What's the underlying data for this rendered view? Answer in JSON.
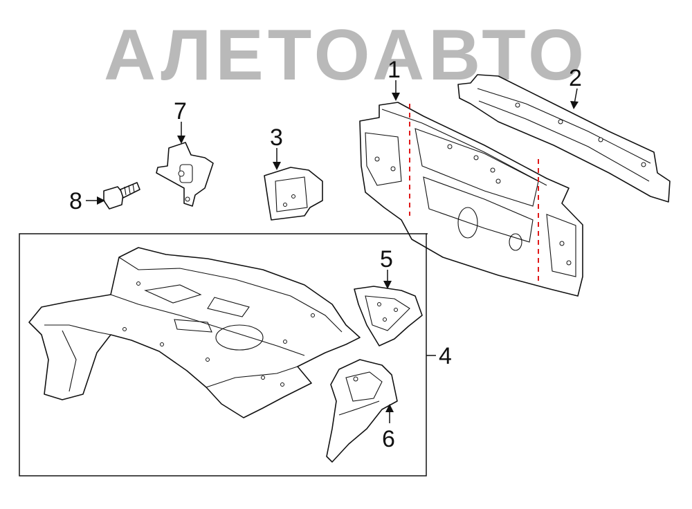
{
  "watermark": {
    "text": "АЛЕТОАВТО",
    "color": "#b9b9b9"
  },
  "callouts": [
    {
      "id": "1",
      "label": "1"
    },
    {
      "id": "2",
      "label": "2"
    },
    {
      "id": "3",
      "label": "3"
    },
    {
      "id": "4",
      "label": "4"
    },
    {
      "id": "5",
      "label": "5"
    },
    {
      "id": "6",
      "label": "6"
    },
    {
      "id": "7",
      "label": "7"
    },
    {
      "id": "8",
      "label": "8"
    }
  ],
  "colors": {
    "line": "#111111",
    "cut_line": "#e01818",
    "background": "#ffffff"
  }
}
